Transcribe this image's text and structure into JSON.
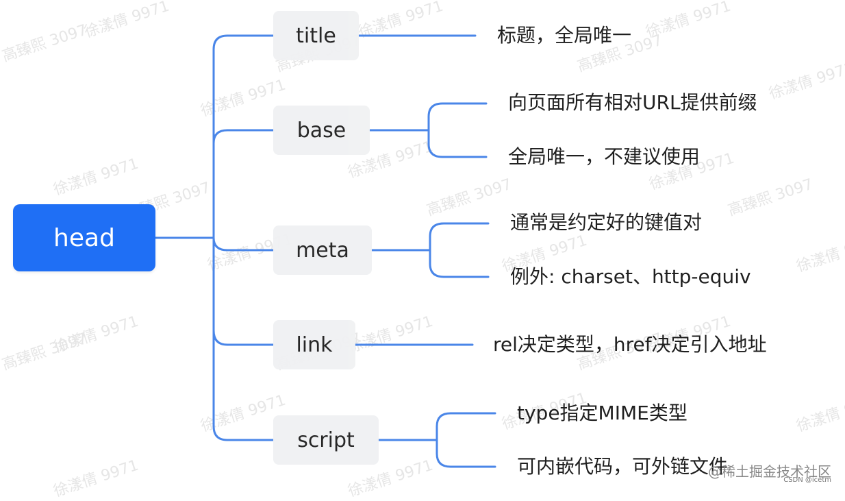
{
  "colors": {
    "accent": "#1f6ff5",
    "connector": "#4a86e8",
    "node_bg": "#f0f1f3",
    "text": "#1f1f1f"
  },
  "root": {
    "label": "head"
  },
  "nodes": [
    {
      "label": "title",
      "leaves": [
        "标题，全局唯一"
      ]
    },
    {
      "label": "base",
      "leaves": [
        "向页面所有相对URL提供前缀",
        "全局唯一，不建议使用"
      ]
    },
    {
      "label": "meta",
      "leaves": [
        "通常是约定好的键值对",
        "例外: charset、http-equiv"
      ]
    },
    {
      "label": "link",
      "leaves": [
        "rel决定类型，href决定引入地址"
      ]
    },
    {
      "label": "script",
      "leaves": [
        "type指定MIME类型",
        "可内嵌代码，可外链文件"
      ]
    }
  ],
  "watermarks": [
    "徐漾倩 9971",
    "高臻熙 3097"
  ],
  "footer": {
    "brand": "@稀土掘金技术社区",
    "sub": "CSDN @icetm"
  }
}
